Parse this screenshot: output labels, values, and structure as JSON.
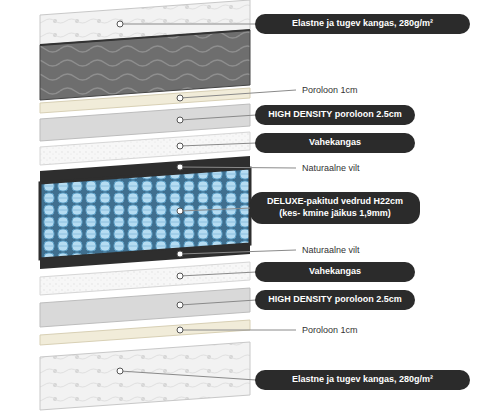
{
  "diagram": {
    "nodes": [
      {
        "text": [
          "Elastne ja tugev kangas, 280g/m²"
        ]
      },
      {
        "text": [
          "HIGH DENSITY poroloon 2.5cm"
        ]
      },
      {
        "text": [
          "Vahekangas"
        ]
      },
      {
        "text": [
          "DELUXE-pakitud vedrud H22cm (kes- kmine jäikus 1,9mm)"
        ]
      },
      {
        "text": [
          "Vahekangas"
        ]
      },
      {
        "text": [
          "HIGH DENSITY poroloon 2.5cm"
        ]
      },
      {
        "text": [
          "Elastne ja tugev kangas, 280g/m²"
        ]
      }
    ],
    "labels": [
      "Poroloon 1cm",
      "Naturaalne vilt",
      "Naturaalne vilt",
      "Poroloon 1cm"
    ]
  }
}
